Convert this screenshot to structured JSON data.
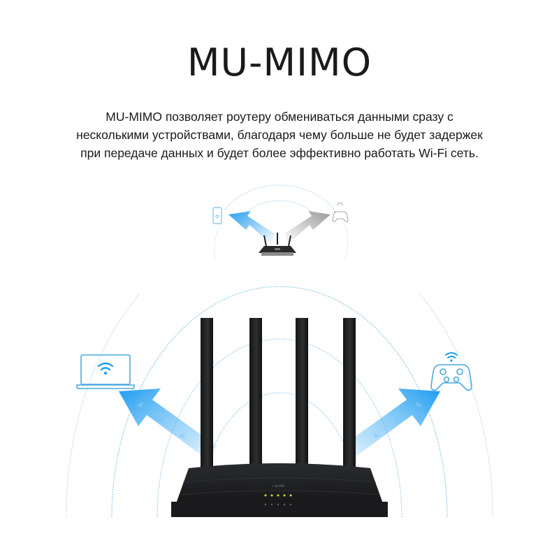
{
  "header": {
    "title": "MU-MIMO"
  },
  "description": {
    "lines": [
      "MU-MIMO позволяет роутеру обмениваться данными сразу с",
      "несколькими устройствами, благодаря чему больше не будет задержек",
      "при передаче данных и будет более эффективно работать Wi-Fi сеть."
    ]
  },
  "illustrations": {
    "small_diagram": {
      "devices": [
        "smartphone-icon",
        "gamepad-icon"
      ],
      "arrows": [
        "blue-arrow-left",
        "gray-arrow-right"
      ],
      "router": "small-router"
    },
    "main_diagram": {
      "devices": [
        "laptop-wifi-icon",
        "gamepad-wifi-icon"
      ],
      "arrows": [
        "blue-arrow-left",
        "blue-arrow-right"
      ],
      "router": "four-antenna-router",
      "antenna_count": 4,
      "led_count": 5
    }
  },
  "colors": {
    "accent_blue": "#1e9bf0",
    "icon_blue": "#4aa8e0",
    "arc_blue": "#8fc8ea",
    "router_black": "#1b1b1d",
    "text": "#1a1a1a"
  }
}
